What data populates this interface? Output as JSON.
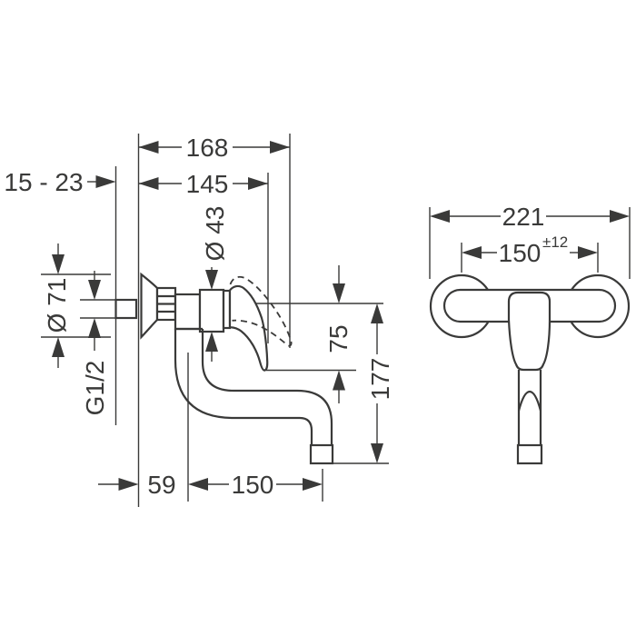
{
  "drawing": {
    "side_view": {
      "dim_wall_range": "15 - 23",
      "dim_total_projection": "168",
      "dim_projection_to_handle": "145",
      "dim_cartridge_diameter": "Ø 43",
      "dim_escutcheon_diameter": "Ø 71",
      "dim_connection_thread": "G1/2",
      "dim_handle_clearance": "75",
      "dim_spout_drop": "177",
      "dim_spout_offset": "59",
      "dim_spout_reach": "150"
    },
    "front_view": {
      "dim_overall_width": "221",
      "dim_connection_centers": "150",
      "dim_connection_tolerance": "±12"
    }
  }
}
